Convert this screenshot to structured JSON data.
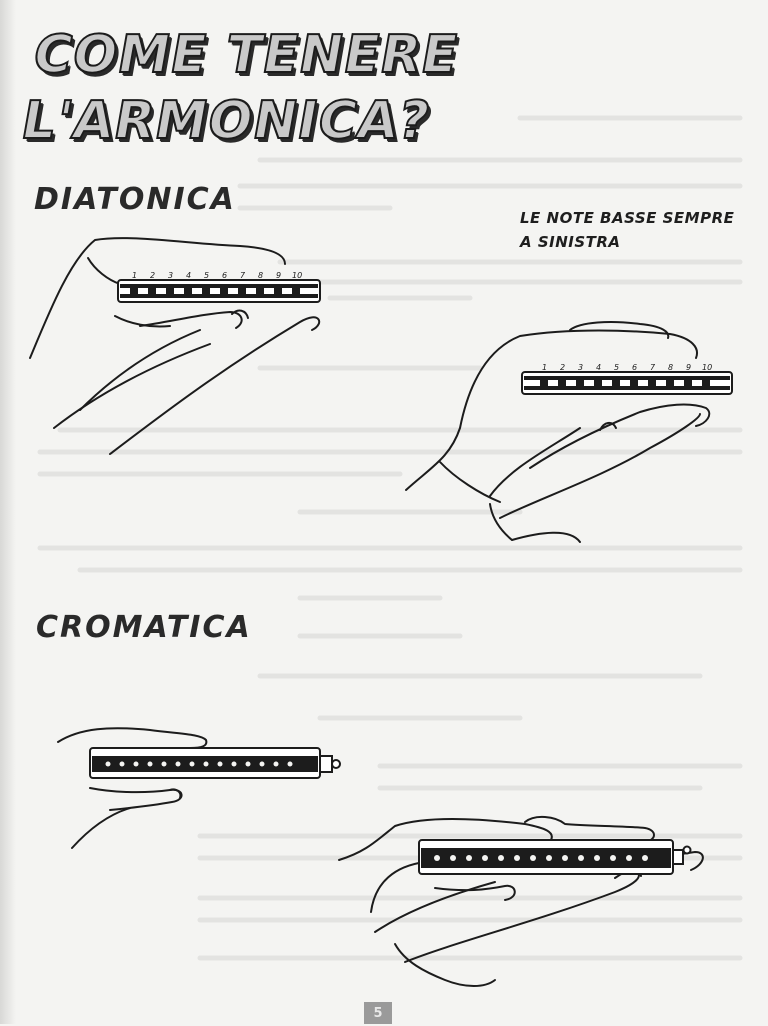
{
  "page": {
    "title_line1": "COME TENERE",
    "title_line2": "L'ARMONICA?",
    "page_number": "5"
  },
  "diatonic": {
    "heading": "DIATONICA",
    "note_line1": "LE NOTE BASSE SEMPRE",
    "note_line2": "A SINISTRA",
    "hole_numbers": [
      "1",
      "2",
      "3",
      "4",
      "5",
      "6",
      "7",
      "8",
      "9",
      "10"
    ]
  },
  "chromatic": {
    "heading": "CROMATICA"
  },
  "colors": {
    "ink": "#1c1c1c",
    "paper": "#f4f4f2",
    "title_fill": "#c9c9c9"
  }
}
